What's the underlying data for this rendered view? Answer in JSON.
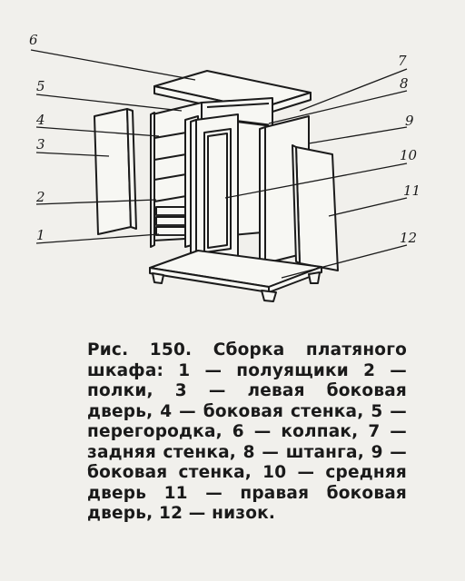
{
  "figure": {
    "callouts": [
      {
        "id": "1",
        "text": "1"
      },
      {
        "id": "2",
        "text": "2"
      },
      {
        "id": "3",
        "text": "3"
      },
      {
        "id": "4",
        "text": "4"
      },
      {
        "id": "5",
        "text": "5"
      },
      {
        "id": "6",
        "text": "6"
      },
      {
        "id": "7",
        "text": "7"
      },
      {
        "id": "8",
        "text": "8"
      },
      {
        "id": "9",
        "text": "9"
      },
      {
        "id": "10",
        "text": "10"
      },
      {
        "id": "11",
        "text": "11"
      },
      {
        "id": "12",
        "text": "12"
      }
    ]
  },
  "caption": {
    "label": "Рис. 150.",
    "text": "Сборка платяного шкафа: 1 — полуящики 2 — полки, 3 — левая боковая дверь, 4 — боковая стенка, 5 — перегородка, 6 — колпак, 7 — задняя стенка, 8 — штанга, 9 — боковая стенка, 10 — средняя дверь 11 — правая боковая дверь, 12 — низок."
  }
}
